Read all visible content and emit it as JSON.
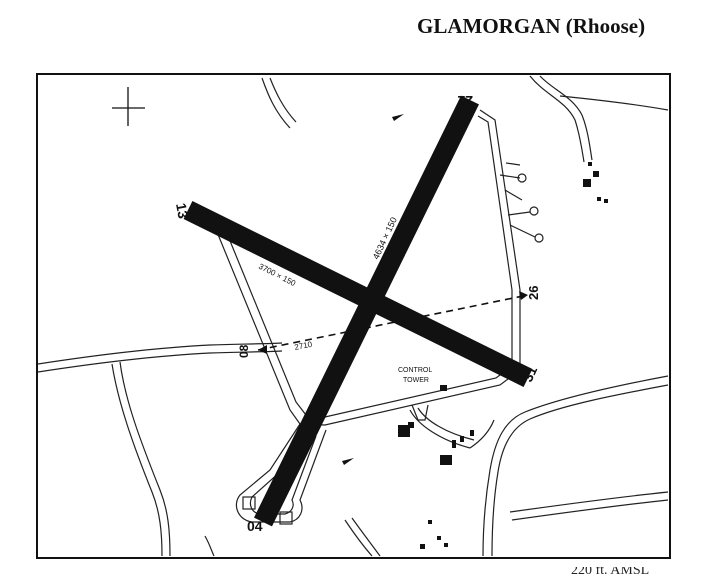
{
  "title": {
    "name": "GLAMORGAN",
    "location": "(Rhoose)"
  },
  "runways": [
    {
      "ends": [
        "13",
        "31"
      ],
      "dimensions": "3700 × 150"
    },
    {
      "ends": [
        "04",
        "22"
      ],
      "dimensions": "4634 × 150"
    },
    {
      "ends": [
        "08",
        "26"
      ],
      "dimensions": "2710"
    }
  ],
  "runway_ends": {
    "r13": "13",
    "r31": "31",
    "r04": "04",
    "r22": "22",
    "r08": "08",
    "r26": "26"
  },
  "dimension_labels": {
    "rwy_13_31": "3700 × 150",
    "rwy_04_22": "4634 × 150",
    "rwy_08_26": "2710"
  },
  "features": {
    "control_tower_line1": "CONTROL",
    "control_tower_line2": "TOWER"
  },
  "footer": {
    "left": "",
    "right_text": "220 ft. AMSL"
  }
}
